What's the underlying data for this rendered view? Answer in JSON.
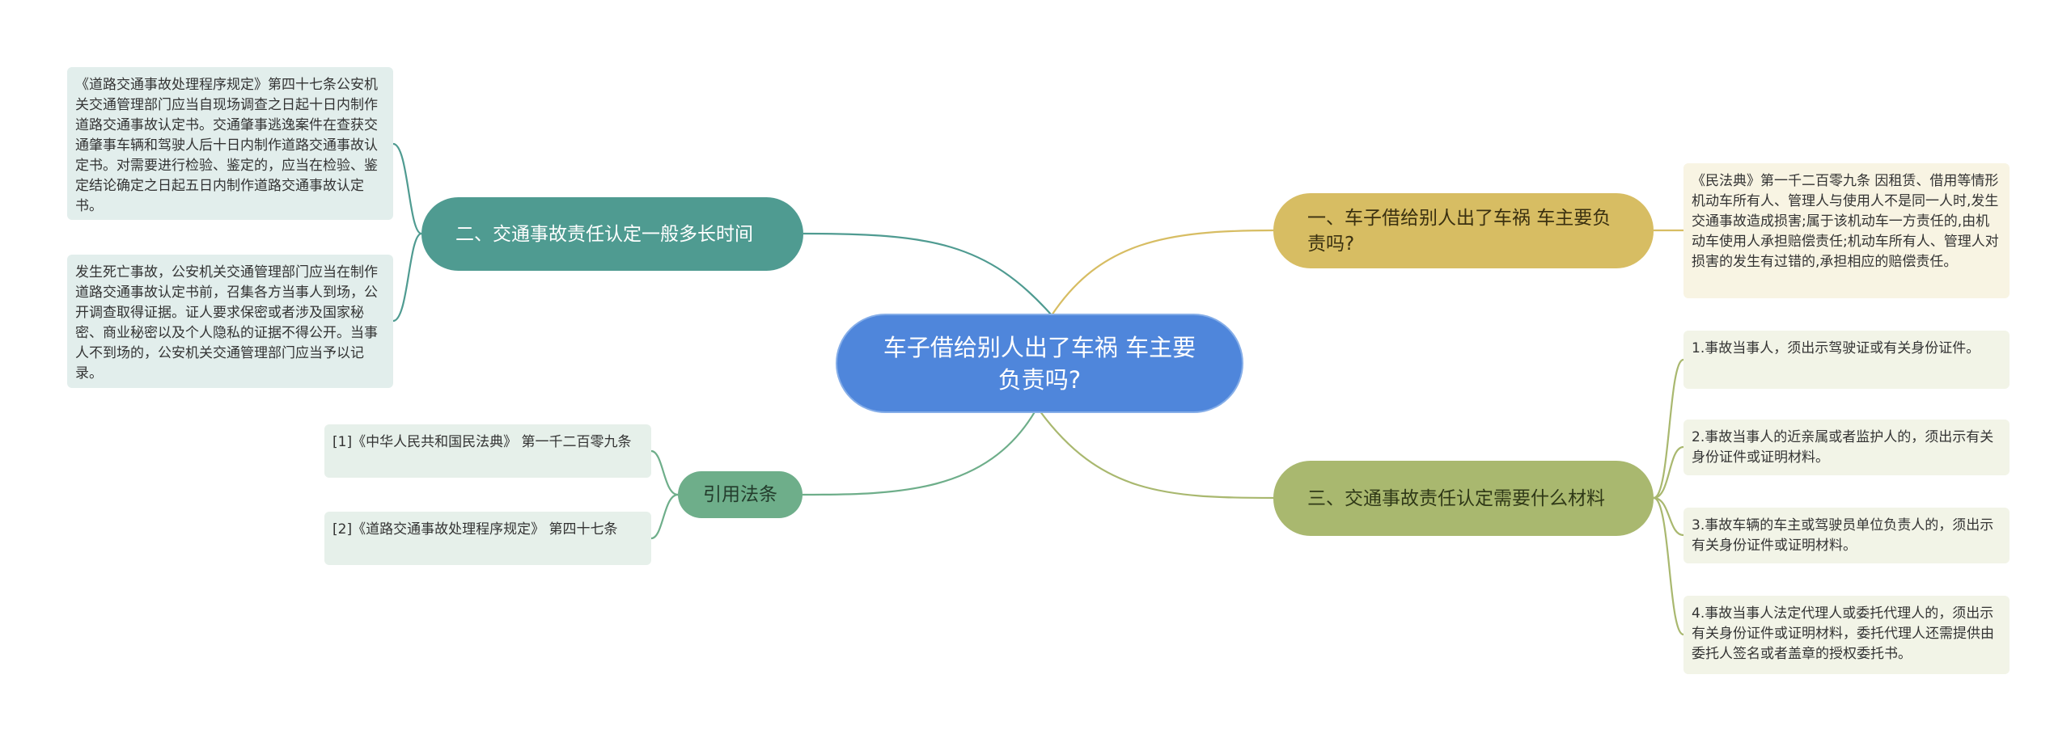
{
  "root": {
    "label": "车子借给别人出了车祸 车主要负责吗?"
  },
  "branches": [
    {
      "label": "二、交通事故责任认定一般多长时间",
      "color": "#4f9b91",
      "leaves": [
        "《道路交通事故处理程序规定》第四十七条公安机关交通管理部门应当自现场调查之日起十日内制作道路交通事故认定书。交通肇事逃逸案件在查获交通肇事车辆和驾驶人后十日内制作道路交通事故认定书。对需要进行检验、鉴定的，应当在检验、鉴定结论确定之日起五日内制作道路交通事故认定书。",
        "发生死亡事故，公安机关交通管理部门应当在制作道路交通事故认定书前，召集各方当事人到场，公开调查取得证据。证人要求保密或者涉及国家秘密、商业秘密以及个人隐私的证据不得公开。当事人不到场的，公安机关交通管理部门应当予以记录。"
      ]
    },
    {
      "label": "引用法条",
      "color": "#6eae8a",
      "leaves": [
        "[1]《中华人民共和国民法典》 第一千二百零九条",
        "[2]《道路交通事故处理程序规定》 第四十七条"
      ]
    },
    {
      "label": "一、车子借给别人出了车祸 车主要负责吗?",
      "color": "#d7bd63",
      "leaves": [
        "《民法典》第一千二百零九条 因租赁、借用等情形机动车所有人、管理人与使用人不是同一人时,发生交通事故造成损害;属于该机动车一方责任的,由机动车使用人承担赔偿责任;机动车所有人、管理人对损害的发生有过错的,承担相应的赔偿责任。"
      ]
    },
    {
      "label": "三、交通事故责任认定需要什么材料",
      "color": "#a9b86f",
      "leaves": [
        "1.事故当事人，须出示驾驶证或有关身份证件。",
        "2.事故当事人的近亲属或者监护人的，须出示有关身份证件或证明材料。",
        "3.事故车辆的车主或驾驶员单位负责人的，须出示有关身份证件或证明材料。",
        "4.事故当事人法定代理人或委托代理人的，须出示有关身份证件或证明材料，委托代理人还需提供由委托人签名或者盖章的授权委托书。"
      ]
    }
  ]
}
